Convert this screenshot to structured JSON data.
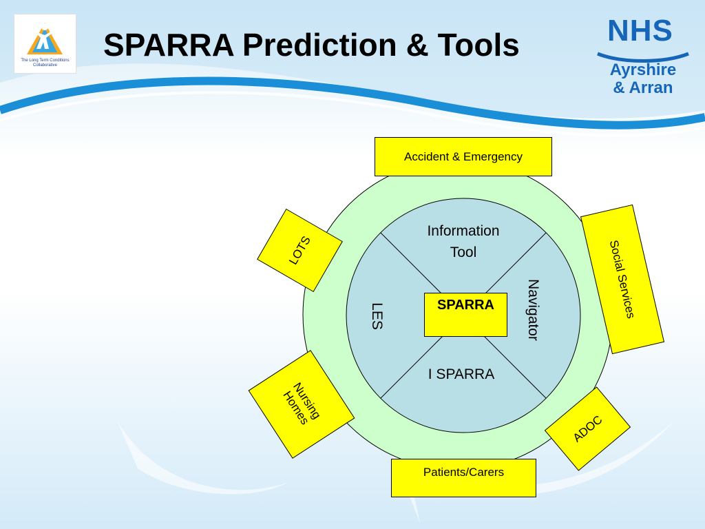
{
  "title": "SPARRA Prediction & Tools",
  "logos": {
    "left_text": "The Long Term Conditions Collaborative",
    "nhs_word": "NHS",
    "nhs_line1": "Ayrshire",
    "nhs_line2": "& Arran"
  },
  "diagram": {
    "center": "SPARRA",
    "inner": {
      "top": "Information Tool",
      "right": "Navigator",
      "bottom": "I SPARRA",
      "left": "LES"
    },
    "outer": {
      "top": "Accident & Emergency",
      "top_left": "LOTS",
      "right": "Social Services",
      "bottom_left": "Nursing Homes",
      "bottom_right": "ADOC",
      "bottom": "Patients/Carers"
    }
  },
  "colors": {
    "outer_ring": "#ccffcc",
    "inner_circle": "#b9dfe6",
    "box_fill": "#ffff00",
    "swoosh": "#1a8fd8"
  }
}
